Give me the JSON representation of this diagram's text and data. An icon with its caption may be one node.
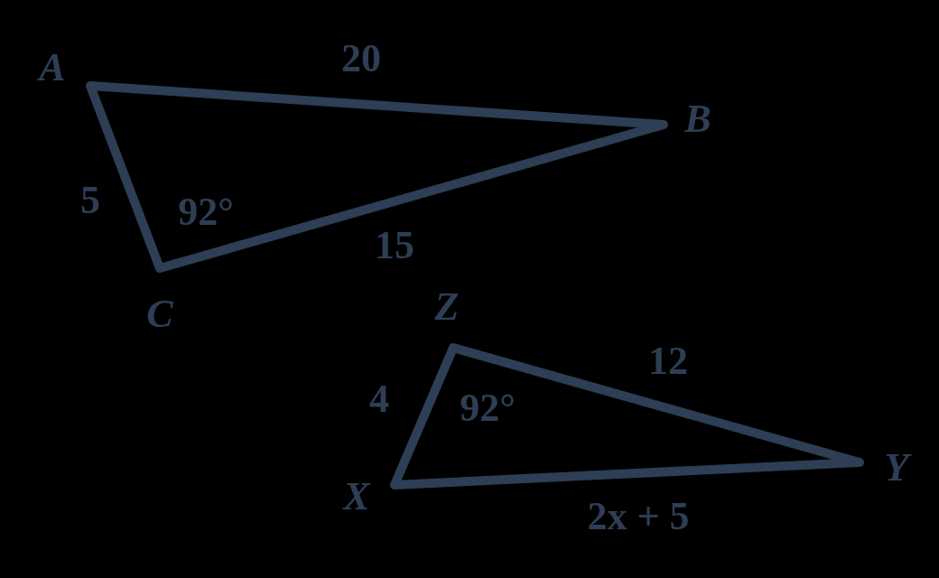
{
  "diagram": {
    "labels": [
      "A",
      "20",
      "B",
      "5",
      "92°",
      "15",
      "C",
      "Z",
      "12",
      "4",
      "92°",
      "Y",
      "X",
      "2x + 5"
    ]
  }
}
